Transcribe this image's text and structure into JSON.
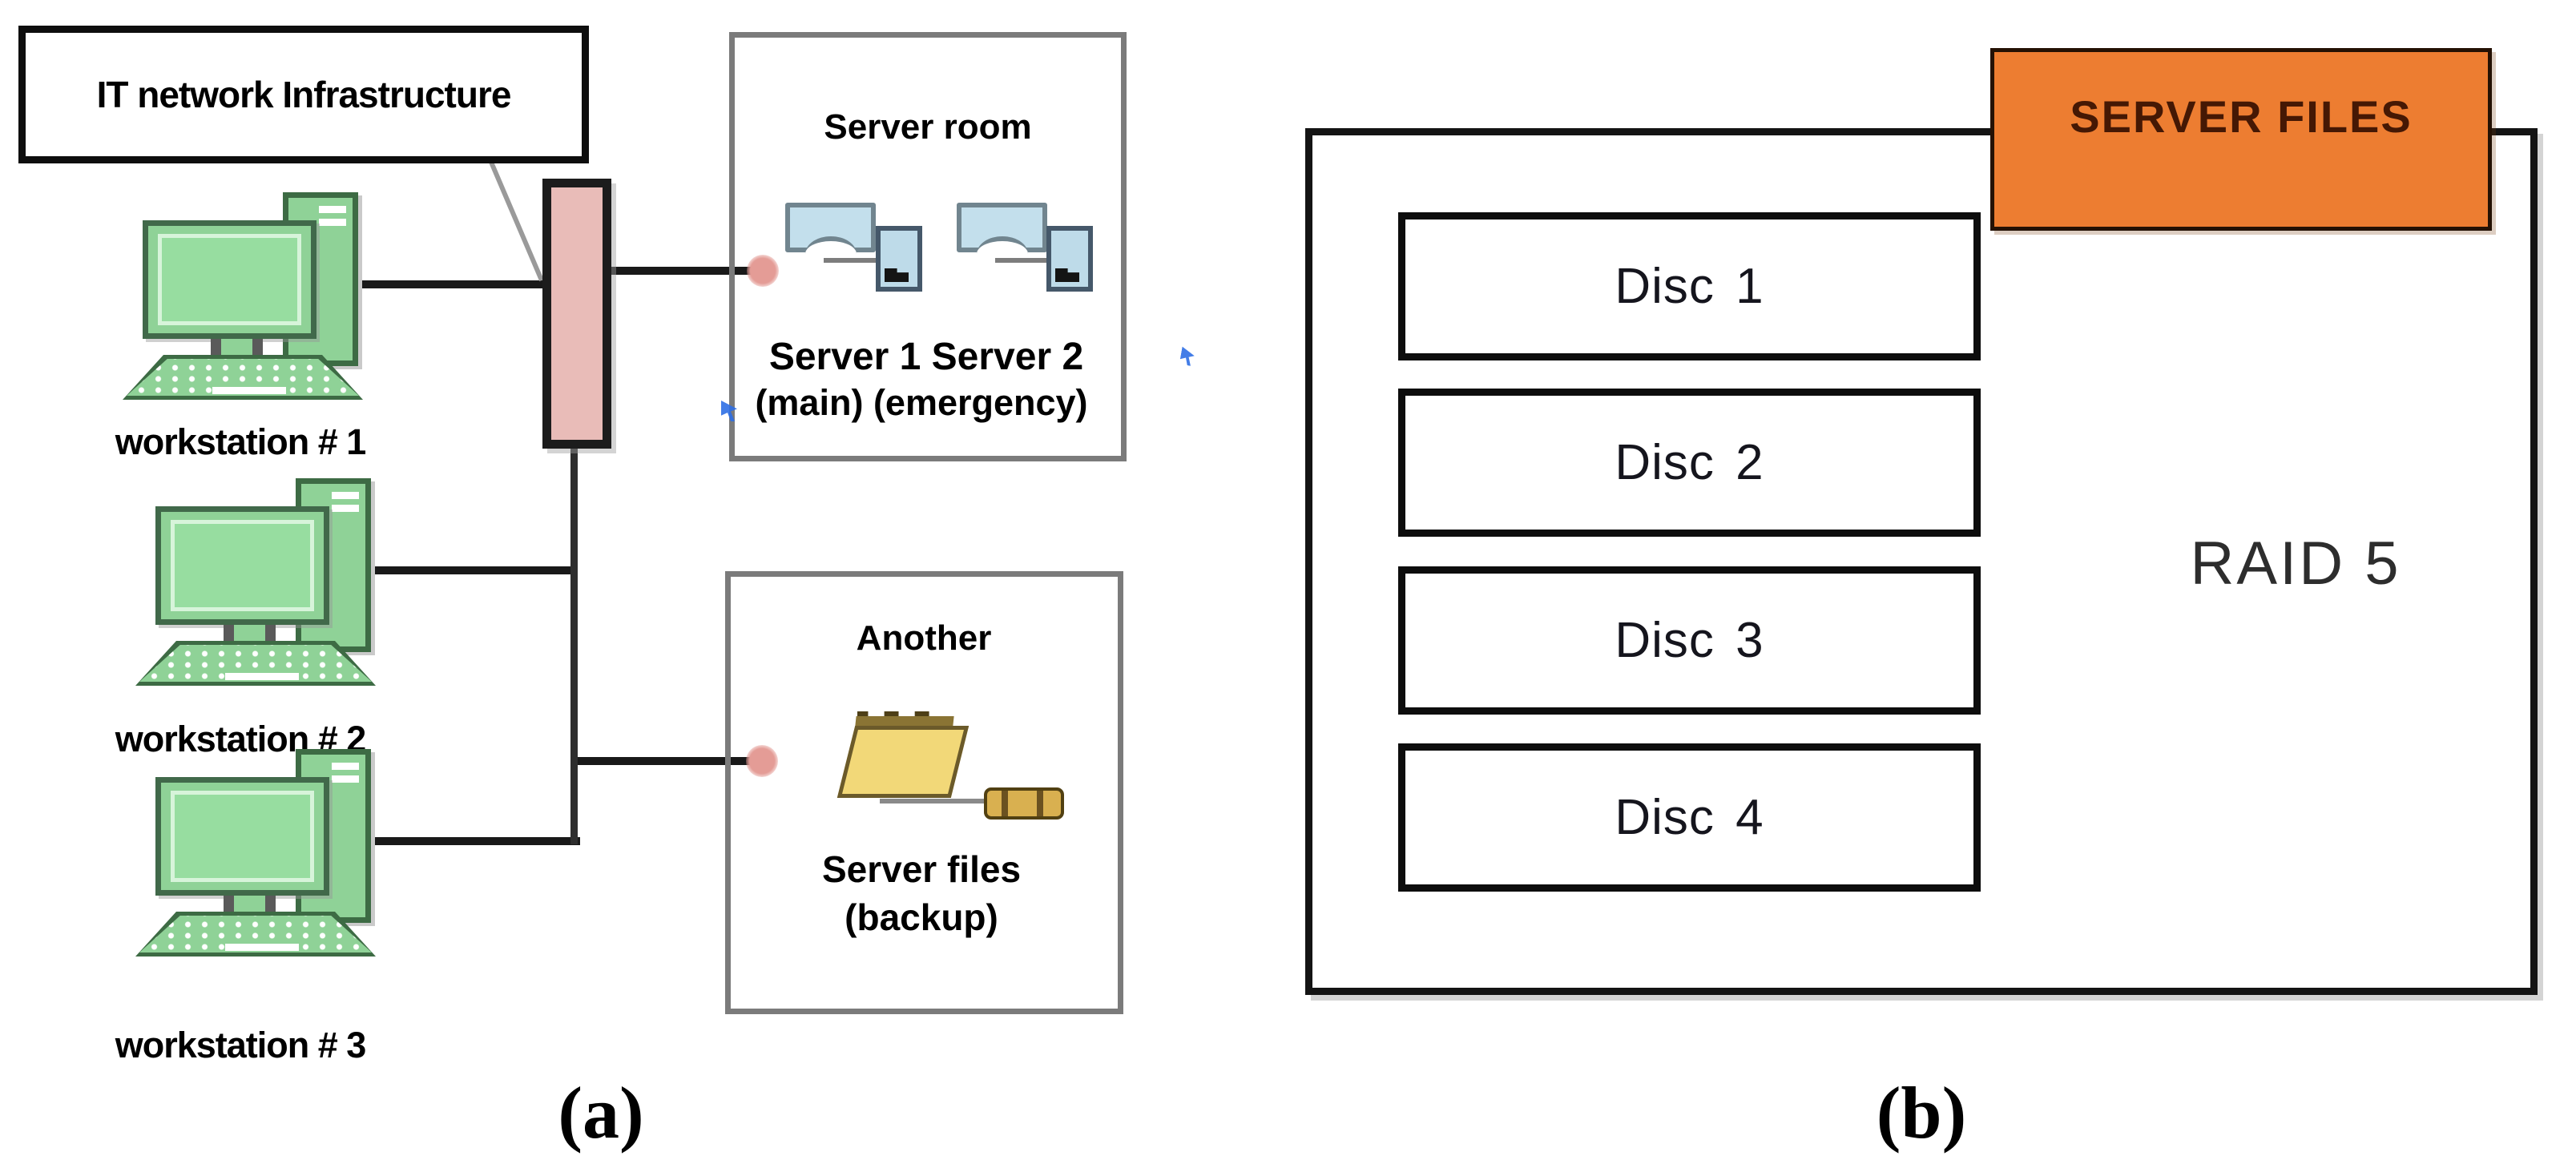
{
  "panel_a": {
    "infra_label": "IT network Infrastructure",
    "workstations": [
      {
        "label": "workstation # 1"
      },
      {
        "label": "workstation # 2"
      },
      {
        "label": "workstation # 3"
      }
    ],
    "server_room": {
      "title": "Server room",
      "servers_line": "Server 1 Server 2",
      "roles_line": "(main) (emergency)"
    },
    "backup_box": {
      "title": "Another",
      "files_line": "Server files",
      "backup_line": "(backup)"
    }
  },
  "panel_b": {
    "header": "SERVER FILES",
    "discs": [
      {
        "label": "Disc 1"
      },
      {
        "label": "Disc 2"
      },
      {
        "label": "Disc 3"
      },
      {
        "label": "Disc 4"
      }
    ],
    "raid_label": "RAID 5"
  },
  "captions": {
    "a": "(a)",
    "b": "(b)"
  },
  "colors": {
    "workstation_green": "#8fd297",
    "workstation_green_dark": "#3d6b44",
    "switch_pink": "#e9bcb8",
    "server_blue": "#c3dfec",
    "server_blue_dark": "#45586a",
    "folder_yellow": "#f2d878",
    "header_orange": "#ed7d31",
    "header_text_brown": "#451804",
    "connector_dot_pink": "#e49c96",
    "line_black": "#191919",
    "box_border_gray": "#7b7b7b",
    "artifact_blue": "#2f6fe4"
  },
  "icons": {
    "workstation_icon": "css-shape monitor+tower+keyboard",
    "server_icon": "css-shape monitor+tower",
    "folder_icon": "css-shape open folder",
    "screwdriver_icon": "css-shape shaft+handle",
    "network_switch_icon": "css-rect pink",
    "connector_dot_icon": "css-circle pink",
    "cursor_artifact_icon": "css-shape blue"
  }
}
